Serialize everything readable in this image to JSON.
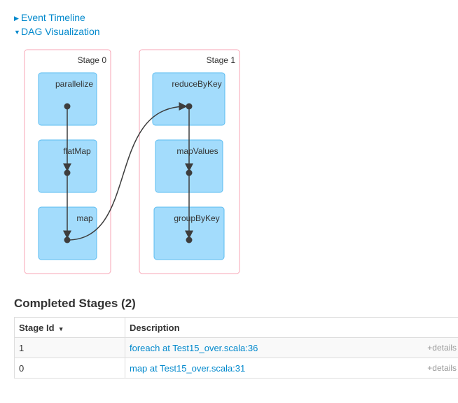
{
  "toggles": {
    "event_timeline": "Event Timeline",
    "dag": "DAG Visualization"
  },
  "dag": {
    "stages": [
      {
        "label": "Stage 0",
        "nodes": [
          "parallelize",
          "flatMap",
          "map"
        ]
      },
      {
        "label": "Stage 1",
        "nodes": [
          "reduceByKey",
          "mapValues",
          "groupByKey"
        ]
      }
    ],
    "colors": {
      "stage_border": "#f7a5b5",
      "node_fill": "#a3dcfc",
      "node_border": "#5bbcf0",
      "edge": "#3d3d3d"
    }
  },
  "completed": {
    "title": "Completed Stages (2)",
    "columns": [
      "Stage Id",
      "Description"
    ],
    "sort_icon": "▾",
    "rows": [
      {
        "id": "1",
        "desc": "foreach at Test15_over.scala:36",
        "details": "+details"
      },
      {
        "id": "0",
        "desc": "map at Test15_over.scala:31",
        "details": "+details"
      }
    ]
  }
}
